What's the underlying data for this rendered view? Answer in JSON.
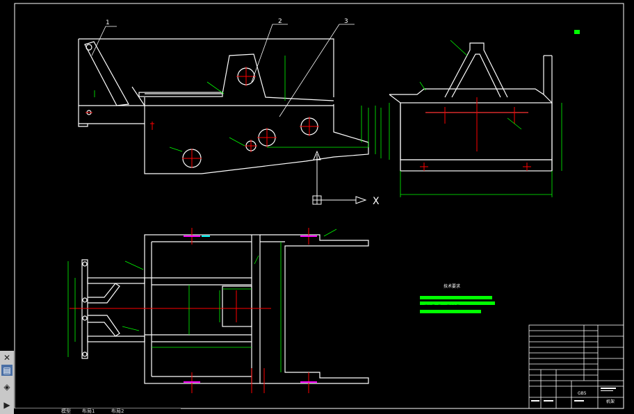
{
  "colors": {
    "background": "#000000",
    "outline": "#ffffff",
    "dimension": "#00ff00",
    "centerline": "#ff0000",
    "hidden_magenta": "#ff00ff",
    "accent_cyan": "#00ffff",
    "highlight_green": "#00ff00"
  },
  "leaders": {
    "l1": "1",
    "l2": "2",
    "l3": "3"
  },
  "axis_icon": {
    "x_label": "X"
  },
  "tech_requirements": {
    "title": "技术要求",
    "lines": [
      "1. 焊接后须去除焊渣和飞溅物.",
      "2. 焊缝须平整,不得有气孔."
    ]
  },
  "title_block": {
    "name": "机架",
    "part_no": "GB5"
  },
  "toolbar": {
    "close_icon": "close-icon",
    "properties_icon": "properties-icon",
    "layers_icon": "layers-icon",
    "play_icon": "play-icon"
  },
  "tabs": [
    "模型",
    "布局1",
    "布局2"
  ]
}
